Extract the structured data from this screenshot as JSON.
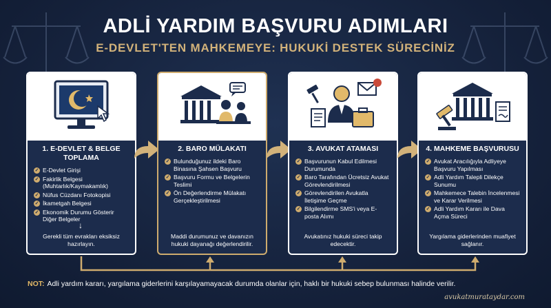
{
  "header": {
    "title": "ADLİ YARDIM BAŞVURU ADIMLARI",
    "subtitle": "E-DEVLET'TEN MAHKEMEYE: HUKUKİ DESTEK SÜRECİNİZ"
  },
  "steps": [
    {
      "title": "1. E-DEVLET & BELGE TOPLAMA",
      "items": [
        "E-Devlet Girişi",
        "Fakirlik Belgesi (Muhtarlık/Kaymakamlık)",
        "Nüfus Cüzdanı Fotokopisi",
        "İkametgah Belgesi",
        "Ekonomik Durumu Gösterir Diğer Belgeler"
      ],
      "footer": "Gerekli tüm evrakları eksiksiz hazırlayın.",
      "icon": "computer-crescent-icon"
    },
    {
      "title": "2. BARO MÜLAKATI",
      "items": [
        "Bulunduğunuz ildeki Baro Binasına Şahsen Başvuru",
        "Başvuru Formu ve Belgelerin Teslimi",
        "Ön Değerlendirme Mülakatı Gerçekleştirilmesi"
      ],
      "footer": "Maddi durumunuz ve davanızın hukuki dayanağı değerlendirilir.",
      "icon": "courthouse-interview-icon"
    },
    {
      "title": "3. AVUKAT ATAMASI",
      "items": [
        "Başvurunun Kabul Edilmesi Durumunda",
        "Baro Tarafından Ücretsiz Avukat Görevlendirilmesi",
        "Görevlendirilen Avukatla İletişime Geçme",
        "Bilgilendirme SMS'i veya E-posta Alımı"
      ],
      "footer": "Avukatınız hukuki süreci takip edecektir.",
      "icon": "lawyer-briefcase-icon"
    },
    {
      "title": "4. MAHKEME BAŞVURUSU",
      "items": [
        "Avukat Aracılığıyla Adliyeye Başvuru Yapılması",
        "Adli Yardım Talepli Dilekçe Sunumu",
        "Mahkemece Talebin İncelenmesi ve Karar Verilmesi",
        "Adli Yardım Kararı ile Dava Açma Süreci"
      ],
      "footer": "Yargılama giderlerinden muafiyet sağlanır.",
      "icon": "courthouse-gavel-icon"
    }
  ],
  "note": {
    "label": "NOT:",
    "text": "Adli yardım kararı, yargılama giderlerini karşılayamayacak durumda olanlar için, haklı bir hukuki sebep bulunması halinde verilir."
  },
  "credit": "avukatmurataydar.com",
  "colors": {
    "background": "#16233d",
    "card": "#1c2c4c",
    "gold": "#cfac6e",
    "note_label": "#e2b866"
  }
}
